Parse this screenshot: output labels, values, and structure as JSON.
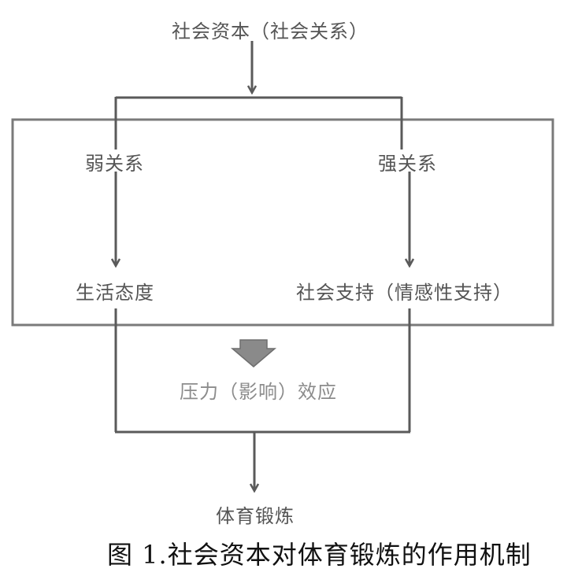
{
  "nodes": {
    "top": "社会资本（社会关系）",
    "weak_tie": "弱关系",
    "strong_tie": "强关系",
    "life_attitude": "生活态度",
    "social_support": "社会支持（情感性支持）",
    "pressure_effect": "压力（影响）效应",
    "exercise": "体育锻炼"
  },
  "caption": "图 1.社会资本对体育锻炼的作用机制",
  "colors": {
    "line": "#5a5a5a",
    "box": "#7a7a7a",
    "text": "#555555",
    "block_arrow": "#8a8a8a"
  }
}
